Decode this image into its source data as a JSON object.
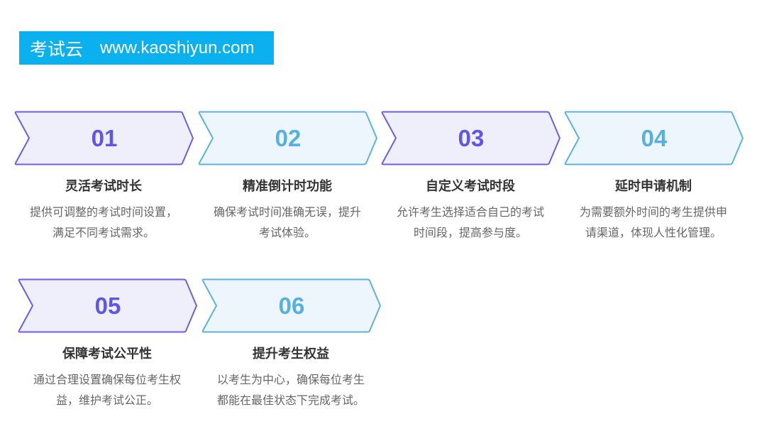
{
  "header": {
    "brand": "考试云",
    "url": "www.kaoshiyun.com"
  },
  "colors": {
    "banner": "#0bb1ee",
    "purple_stroke": "#6b5ee8",
    "purple_fill": "#efeefb",
    "blue_stroke": "#5cb2e0",
    "blue_fill": "#eef6fd",
    "purple_text": "#6056e6",
    "blue_text": "#58b0e0"
  },
  "cards": [
    {
      "number": "01",
      "title": "灵活考试时长",
      "description": "提供可调整的考试时间设置，满足不同考试需求。",
      "theme": "purple"
    },
    {
      "number": "02",
      "title": "精准倒计时功能",
      "description": "确保考试时间准确无误，提升考试体验。",
      "theme": "blue"
    },
    {
      "number": "03",
      "title": "自定义考试时段",
      "description": "允许考生选择适合自己的考试时间段，提高参与度。",
      "theme": "purple"
    },
    {
      "number": "04",
      "title": "延时申请机制",
      "description": "为需要额外时间的考生提供申请渠道，体现人性化管理。",
      "theme": "blue"
    },
    {
      "number": "05",
      "title": "保障考试公平性",
      "description": "通过合理设置确保每位考生权益，维护考试公正。",
      "theme": "purple"
    },
    {
      "number": "06",
      "title": "提升考生权益",
      "description": "以考生为中心，确保每位考生都能在最佳状态下完成考试。",
      "theme": "blue"
    }
  ]
}
